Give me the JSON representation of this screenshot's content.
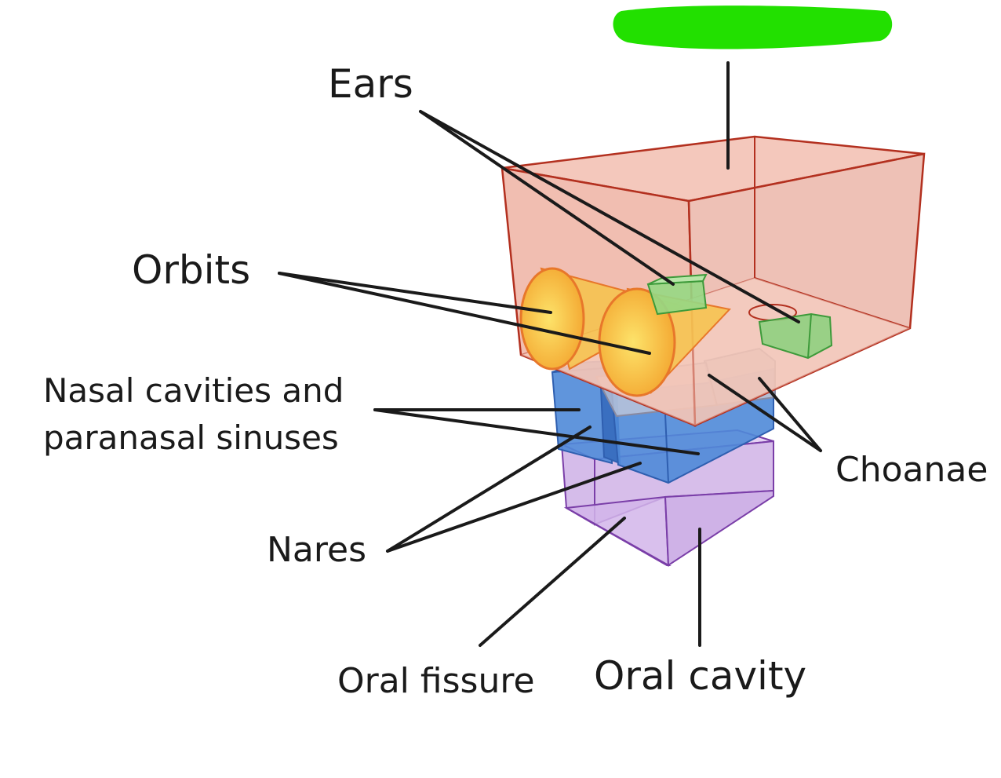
{
  "labels": {
    "ears": "Ears",
    "orbits": "Orbits",
    "nasal_line1": "Nasal cavities and",
    "nasal_line2": "paranasal sinuses",
    "choanae": "Choanae",
    "nares": "Nares",
    "oral_fissure": "Oral fissure",
    "oral_cavity": "Oral cavity"
  },
  "colors": {
    "cranial_box_fill": "#efb3a3",
    "cranial_box_stroke": "#b3301f",
    "orbit_fill": "#f5b53a",
    "orbit_stroke": "#e8772a",
    "ear_fill": "#8fd07f",
    "ear_stroke": "#3d9a3a",
    "nasal_fill": "#4d87d6",
    "nasal_stroke": "#2f5fb0",
    "choanae_fill": "#c9c9d3",
    "oral_fill": "#c9a8e3",
    "oral_stroke": "#7a3ea8",
    "redaction": "#22e000",
    "leader": "#1a1a1a"
  }
}
